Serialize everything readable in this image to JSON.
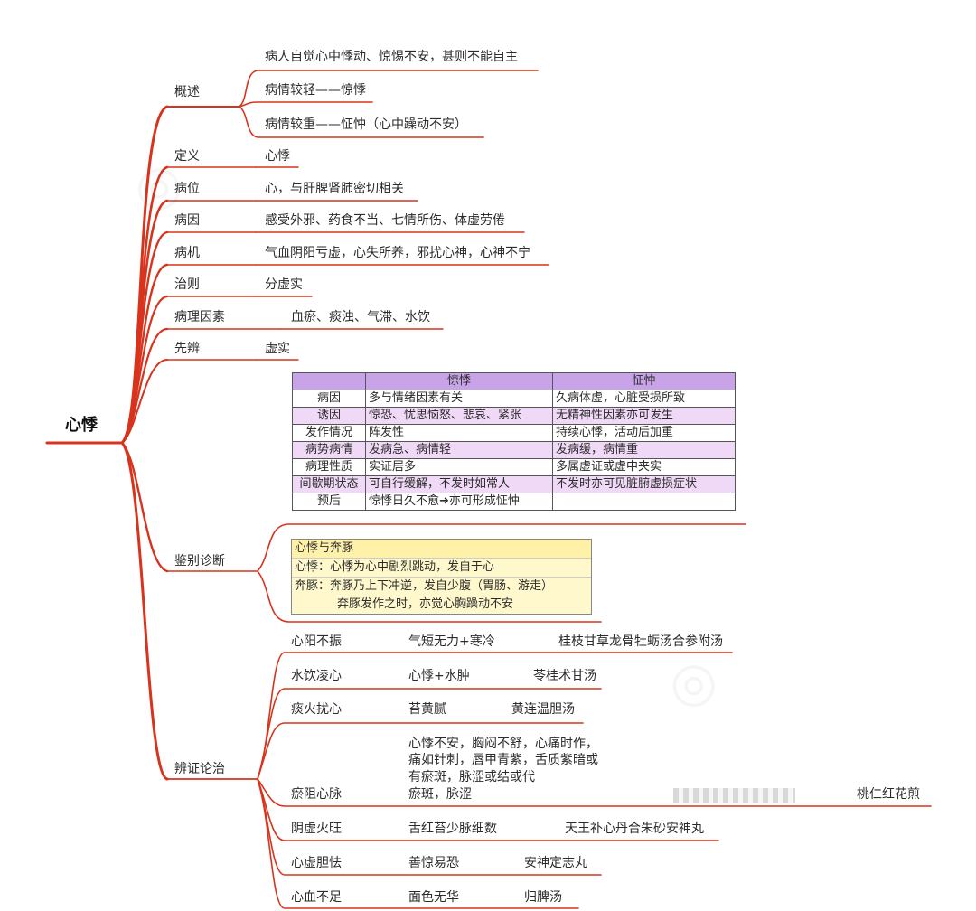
{
  "root": "心悸",
  "overview": {
    "label": "概述",
    "items": [
      "病人自觉心中悸动、惊惕不安，甚则不能自主",
      "病情较轻——惊悸",
      "病情较重——怔忡（心中躁动不安）"
    ]
  },
  "branches": [
    {
      "label": "定义",
      "value": "心悸"
    },
    {
      "label": "病位",
      "value": "心，与肝脾肾肺密切相关"
    },
    {
      "label": "病因",
      "value": "感受外邪、药食不当、七情所伤、体虚劳倦"
    },
    {
      "label": "病机",
      "value": "气血阴阳亏虚，心失所养，邪扰心神，心神不宁"
    },
    {
      "label": "治则",
      "value": "分虚实"
    },
    {
      "label": "病理因素",
      "value": "血瘀、痰浊、气滞、水饮"
    },
    {
      "label": "先辨",
      "value": "虚实"
    }
  ],
  "comparison": {
    "headers": [
      "",
      "惊悸",
      "怔忡"
    ],
    "rows": [
      [
        "病因",
        "多与情绪因素有关",
        "久病体虚，心脏受损所致"
      ],
      [
        "诱因",
        "惊恐、忧思恼怒、悲哀、紧张",
        "无精神性因素亦可发生"
      ],
      [
        "发作情况",
        "阵发性",
        "持续心悸，活动后加重"
      ],
      [
        "病势病情",
        "发病急、病情轻",
        "发病缓，病情重"
      ],
      [
        "病理性质",
        "实证居多",
        "多属虚证或虚中夹实"
      ],
      [
        "间歇期状态",
        "可自行缓解，不发时如常人",
        "不发时亦可见脏腑虚损症状"
      ],
      [
        "预后",
        "惊悸日久不愈➜亦可形成怔忡",
        ""
      ]
    ]
  },
  "differential": {
    "label": "鉴别诊断",
    "title": "心悸与奔豚",
    "lines": [
      "心悸：心悸为心中剧烈跳动，发自于心",
      "奔豚：奔豚乃上下冲逆，发自少腹（胃肠、游走）",
      "奔豚发作之时，亦觉心胸躁动不安"
    ]
  },
  "syndrome": {
    "label": "辨证论治",
    "items": [
      {
        "name": "心阳不振",
        "symptom": "气短无力+寒冷",
        "formula": "桂枝甘草龙骨牡蛎汤合参附汤"
      },
      {
        "name": "水饮凌心",
        "symptom": "心悸+水肿",
        "formula": "苓桂术甘汤"
      },
      {
        "name": "痰火扰心",
        "symptom": "苔黄腻",
        "formula": "黄连温胆汤"
      },
      {
        "name": "瘀阻心脉",
        "symptom_lines": [
          "心悸不安，胸闷不舒，心痛时作，",
          "痛如针刺，唇甲青紫，舌质紫暗或",
          "有瘀斑，脉涩或结或代",
          "瘀斑，脉涩"
        ],
        "formula": "桃仁红花煎"
      },
      {
        "name": "阴虚火旺",
        "symptom": "舌红苔少脉细数",
        "formula": "天王补心丹合朱砂安神丸"
      },
      {
        "name": "心虚胆怯",
        "symptom": "善惊易恐",
        "formula": "安神定志丸"
      },
      {
        "name": "心血不足",
        "symptom": "面色无华",
        "formula": "归脾汤"
      }
    ]
  },
  "colors": {
    "branch": "#d8331c",
    "underline": "#c0392b",
    "table_header": "#c9a3e8",
    "table_alt": "#f0d9f7",
    "diff_bg": "#fff8cc"
  }
}
